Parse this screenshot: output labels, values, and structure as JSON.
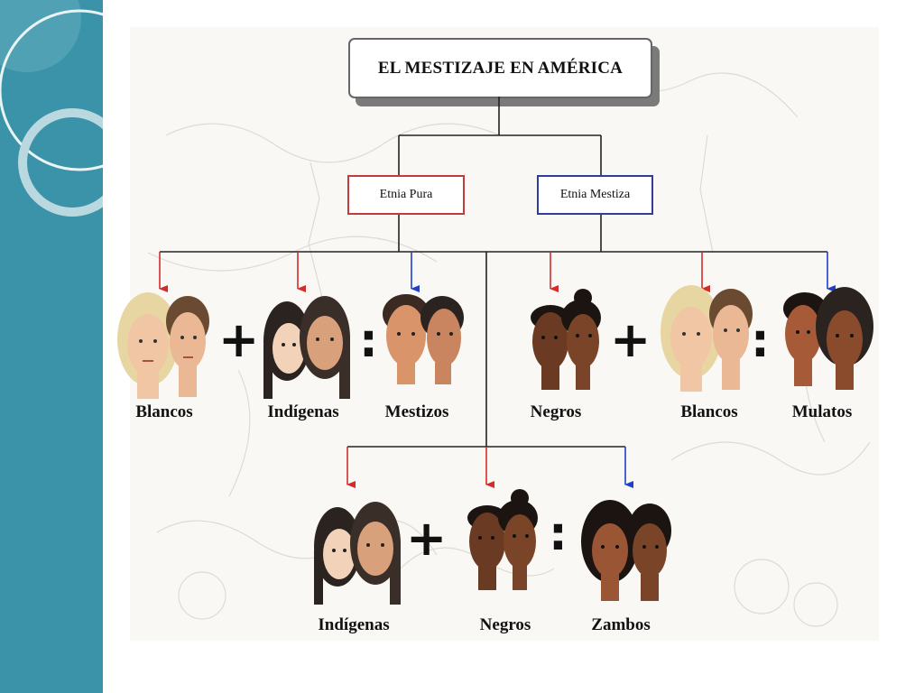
{
  "title": "EL MESTIZAJE EN AMÉRICA",
  "categories": {
    "pure": "Etnia Pura",
    "mixed": "Etnia Mestiza"
  },
  "row1_left": {
    "a": "Blancos",
    "b": "Indígenas",
    "result": "Mestizos"
  },
  "row1_right": {
    "a": "Negros",
    "b": "Blancos",
    "result": "Mulatos"
  },
  "row2": {
    "a": "Indígenas",
    "b": "Negros",
    "result": "Zambos"
  },
  "operators": {
    "plus": "+",
    "equals": ":"
  },
  "colors": {
    "sidebar": "#3a93a8",
    "arrow_red": "#d42a2a",
    "arrow_blue": "#1f3fc9",
    "pure_border": "#c23b3b",
    "mixed_border": "#2d3f9a",
    "skin_light": "#f0c6a4",
    "skin_mid": "#d9946a",
    "skin_dark": "#8a4a2c",
    "hair_blonde": "#e8d6a2",
    "hair_dark": "#2a2320"
  },
  "icons": [
    "white-couple-faces",
    "indigenous-couple-faces",
    "mestizo-couple-faces",
    "black-couple-faces",
    "mulatto-couple-faces",
    "zambo-couple-faces"
  ]
}
